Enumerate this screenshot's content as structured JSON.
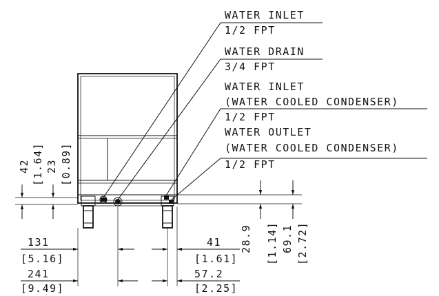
{
  "callouts": [
    {
      "line1": "WATER INLET",
      "line2": "1/2 FPT"
    },
    {
      "line1": "WATER DRAIN",
      "line2": "3/4 FPT"
    },
    {
      "line1": "WATER INLET",
      "line2": "(WATER COOLED CONDENSER)",
      "line3": "1/2 FPT"
    },
    {
      "line1": "WATER OUTLET",
      "line2": "(WATER COOLED CONDENSER)",
      "line3": "1/2 FPT"
    }
  ],
  "dimensions": {
    "left_vertical": {
      "d42": "42",
      "d42_in": "[1.64]",
      "d23": "23",
      "d23_in": "[0.89]"
    },
    "right_vertical": {
      "d28": "28.9",
      "d28_in": "[1.14]",
      "d69": "69.1",
      "d69_in": "[2.72]"
    },
    "bottom_left": {
      "d131": "131",
      "d131_in": "[5.16]",
      "d241": "241",
      "d241_in": "[9.49]"
    },
    "bottom_right": {
      "d41": "41",
      "d41_in": "[1.61]",
      "d57": "57.2",
      "d57_in": "[2.25]"
    }
  }
}
